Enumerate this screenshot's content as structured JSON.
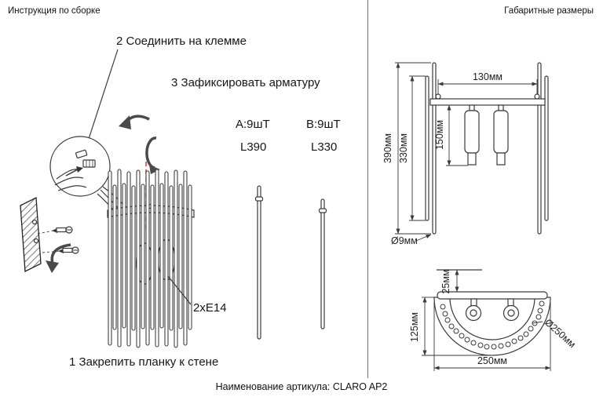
{
  "header": {
    "left_title": "Инструкция по сборке",
    "right_title": "Габаритные размеры"
  },
  "assembly": {
    "step1": "1 Закрепить планку к стене",
    "step2": "2 Соединить на клемме",
    "step3": "3 Зафиксировать арматуру",
    "bulb_label": "2xE14",
    "rod_a": {
      "count": "А:9шТ",
      "length": "L390"
    },
    "rod_b": {
      "count": "В:9шТ",
      "length": "L330"
    }
  },
  "dimensions": {
    "top_width": "130мм",
    "overall_height": "390мм",
    "rod_height": "330мм",
    "candle_drop": "150мм",
    "rod_diameter": "Ø9мм",
    "wall_offset": "25мм",
    "radius": "125мм",
    "width": "250мм",
    "diameter": "Ø250мм"
  },
  "footer": {
    "article_label": "Наименование артикула: CLARO AP2"
  },
  "colors": {
    "line": "#3a3a3a",
    "accent_red": "#e03030"
  }
}
